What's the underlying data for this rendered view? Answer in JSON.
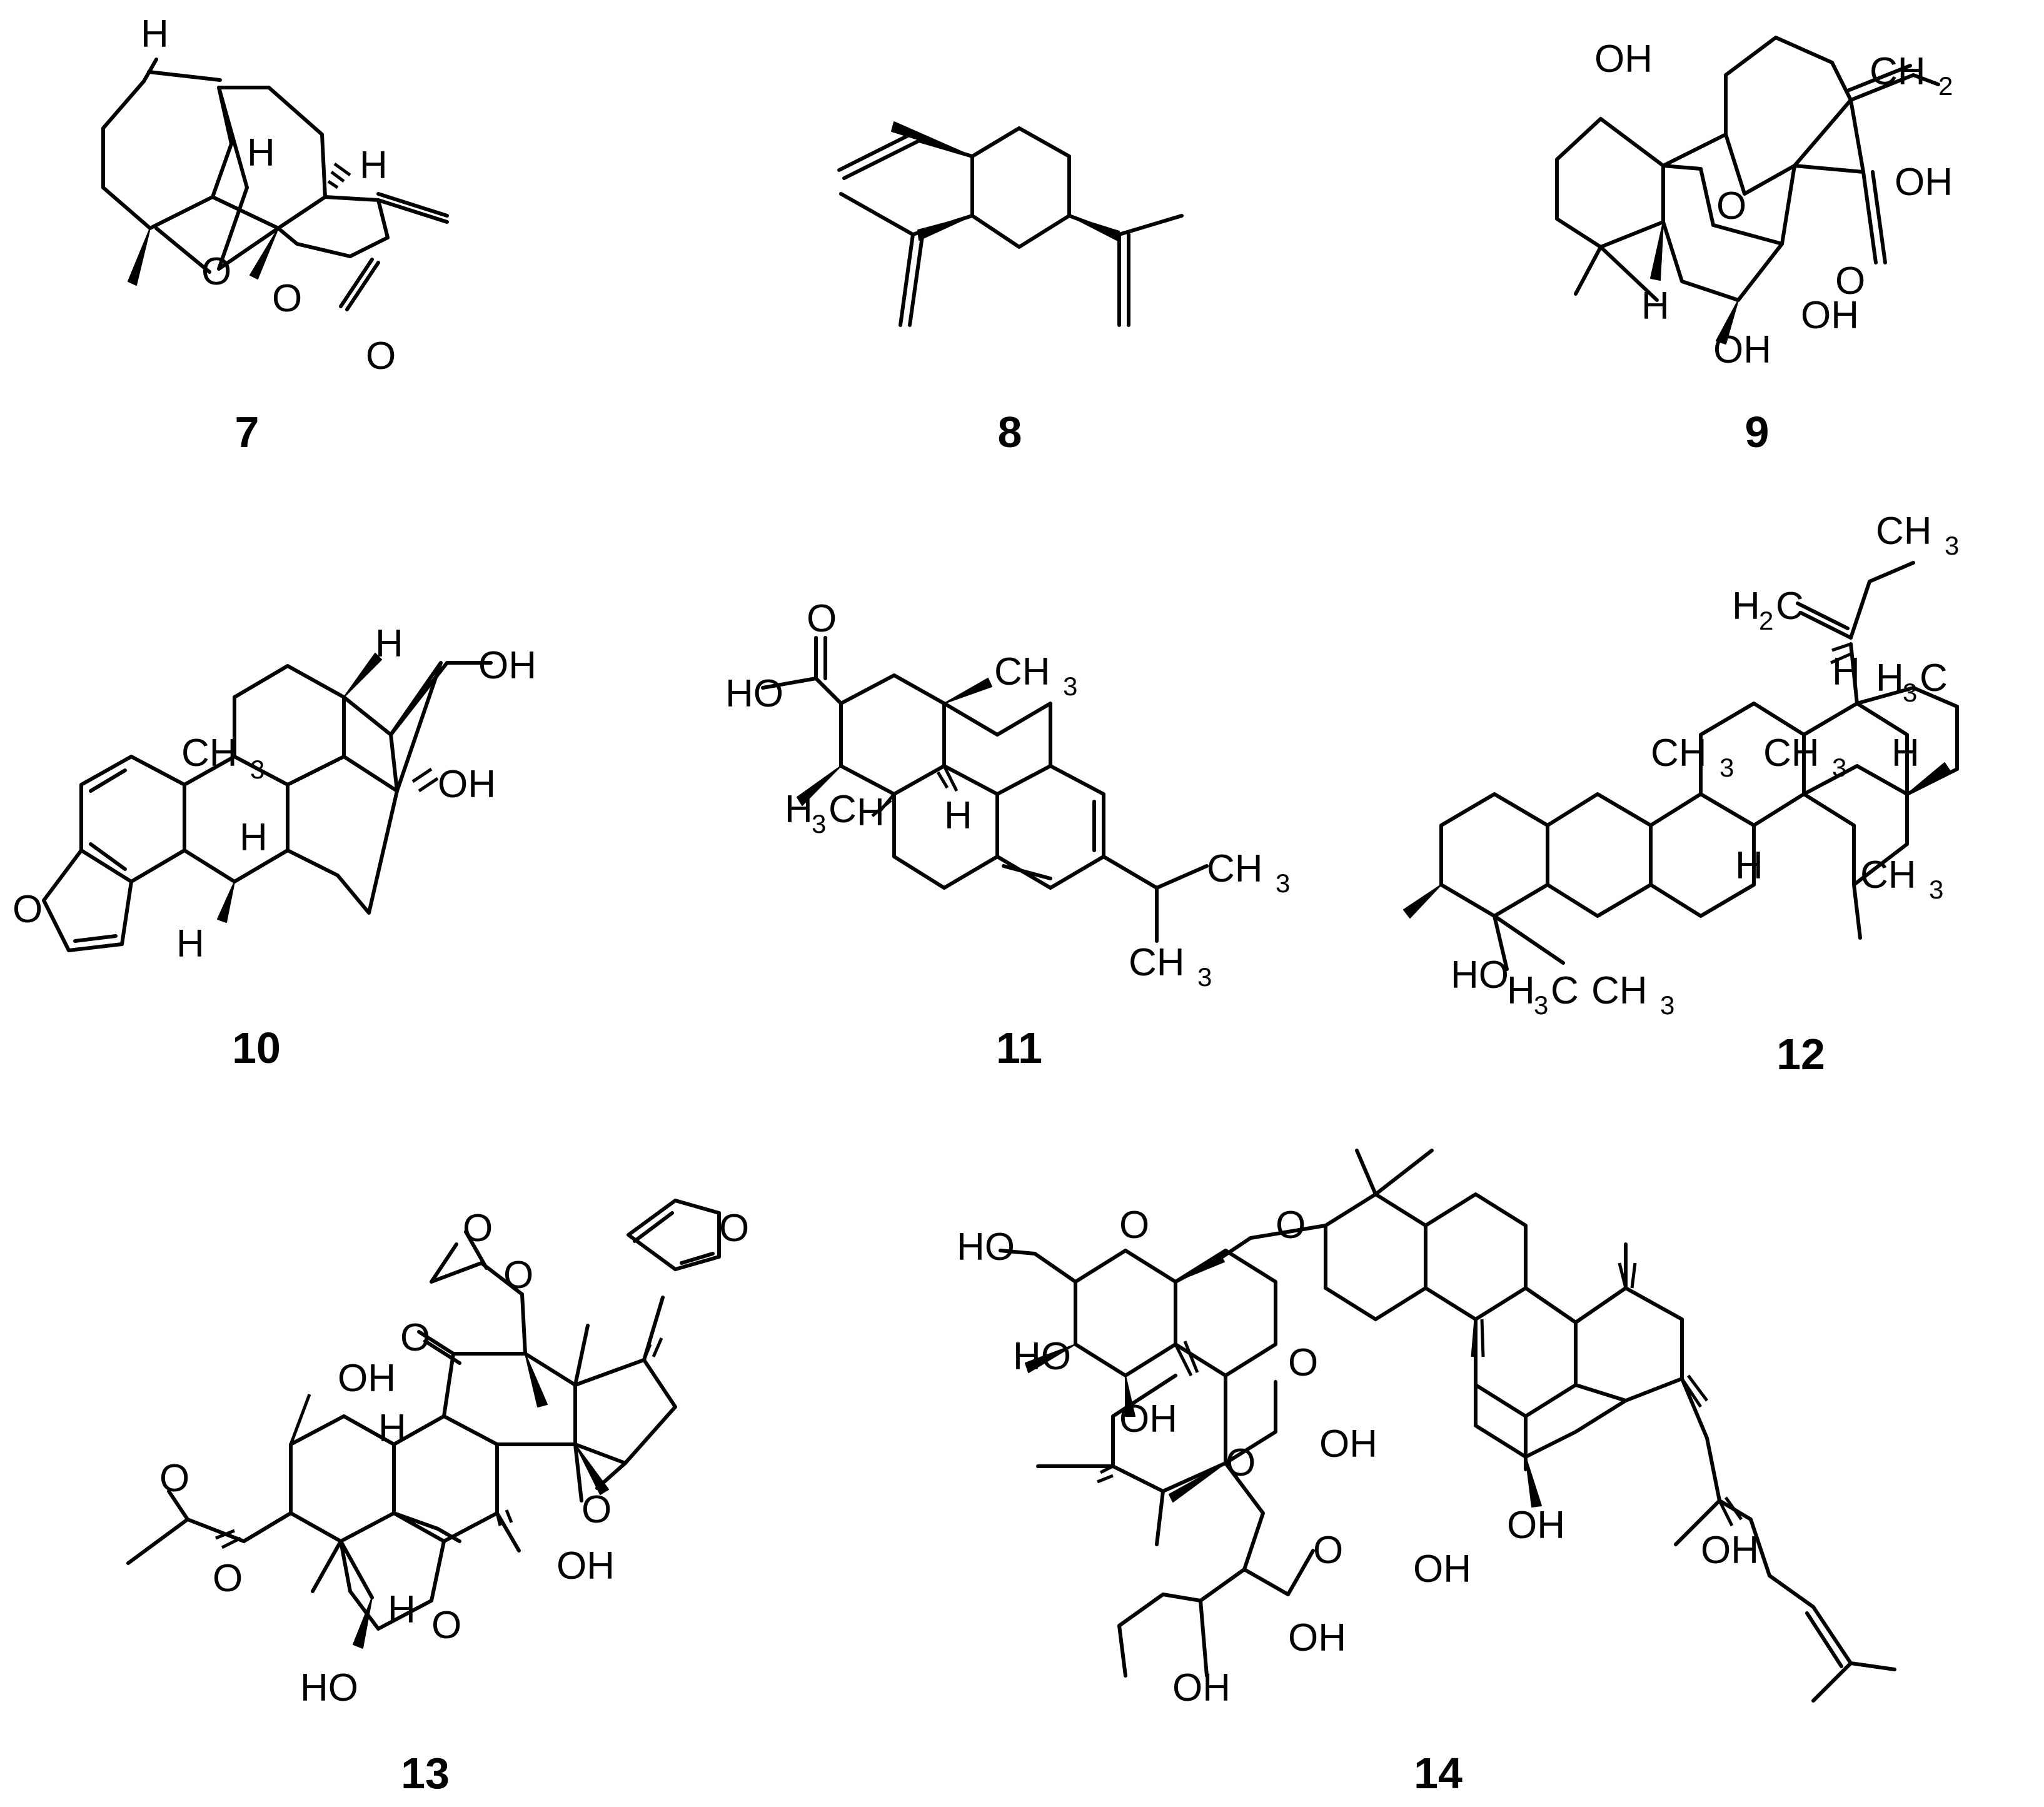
{
  "compounds": [
    {
      "number": "7",
      "labels": [
        "H",
        "H",
        "H",
        "O",
        "O",
        "O"
      ]
    },
    {
      "number": "8",
      "labels": []
    },
    {
      "number": "9",
      "labels": [
        "OH",
        "O",
        "OH",
        "O",
        "OH",
        "OH",
        "H"
      ]
    },
    {
      "number": "10",
      "labels": [
        "H",
        "OH",
        "OH",
        "H",
        "H",
        "O"
      ]
    },
    {
      "number": "11",
      "labels": [
        "HO",
        "O",
        "H",
        "H"
      ]
    },
    {
      "number": "12",
      "labels": [
        "H",
        "H",
        "H",
        "H",
        "HO"
      ]
    },
    {
      "number": "13",
      "labels": [
        "O",
        "O",
        "O",
        "OH",
        "O",
        "H",
        "O",
        "O",
        "OH",
        "HO",
        "O",
        "O",
        "H",
        "O"
      ]
    },
    {
      "number": "14",
      "labels": [
        "HO",
        "O",
        "O",
        "HO",
        "OH",
        "O",
        "O",
        "OH",
        "O",
        "OH",
        "OH",
        "OH",
        "OH",
        "OH"
      ]
    }
  ],
  "groups": {
    "ch2": "CH",
    "ch2_sub": "2",
    "ch3": "CH",
    "ch3_sub": "3",
    "h3c": "H",
    "h3c_sub": "3",
    "h3c_c": "C",
    "h2c": "H",
    "h2c_sub": "2",
    "h2c_c": "C"
  }
}
